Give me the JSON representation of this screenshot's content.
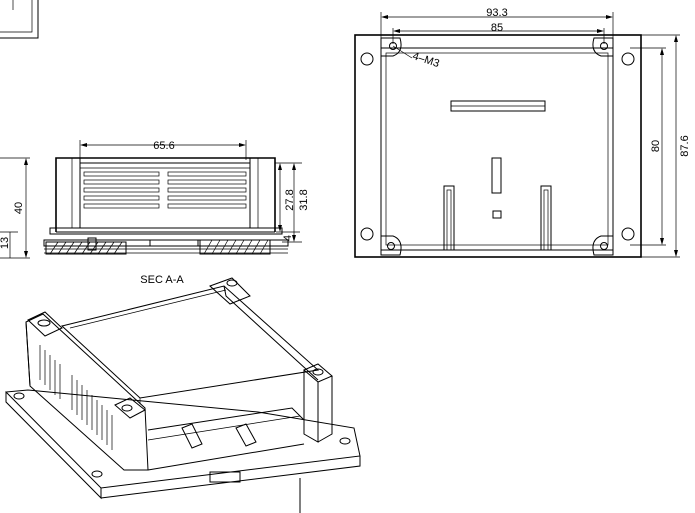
{
  "labels": {
    "w93": "93.3",
    "w85": "85",
    "holes": "4–M3",
    "h80": "80",
    "h876": "87.6",
    "w656": "65.6",
    "h278": "27.8",
    "h318": "31.8",
    "h4": "4",
    "h40": "40",
    "h13": "13",
    "section": "SEC A-A"
  }
}
